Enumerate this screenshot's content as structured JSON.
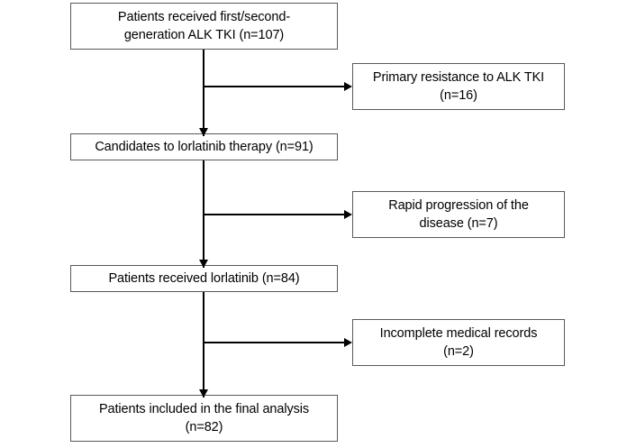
{
  "figure": {
    "type": "flowchart",
    "orientation": "top-to-bottom",
    "background_color": "#ffffff",
    "box_border_color": "#595959",
    "connector_color": "#000000"
  },
  "main_flow": [
    {
      "id": "enrolled",
      "text": "Patients received first/second-\ngeneration ALK TKI (n=107)",
      "count": 107
    },
    {
      "id": "candidates",
      "text": "Candidates to lorlatinib therapy (n=91)",
      "count": 91
    },
    {
      "id": "treated",
      "text": "Patients received lorlatinib (n=84)",
      "count": 84
    },
    {
      "id": "analyzed",
      "text": "Patients included in the final analysis\n(n=82)",
      "count": 82
    }
  ],
  "exclusions": [
    {
      "id": "primary-resistance",
      "text": "Primary resistance to ALK TKI\n(n=16)",
      "count": 16
    },
    {
      "id": "rapid-progression",
      "text": "Rapid progression of the\ndisease (n=7)",
      "count": 7
    },
    {
      "id": "incomplete-records",
      "text": "Incomplete medical records\n(n=2)",
      "count": 2
    }
  ]
}
